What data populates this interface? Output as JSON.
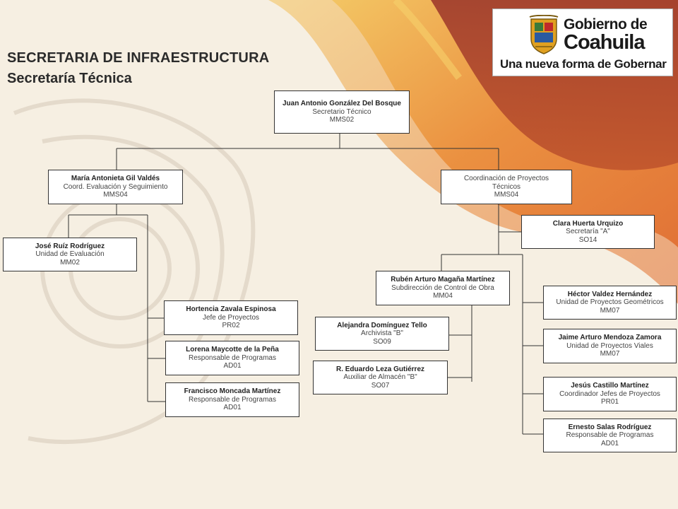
{
  "header": {
    "title": "SECRETARIA DE INFRAESTRUCTURA",
    "subtitle": "Secretaría Técnica"
  },
  "logo": {
    "line1": "Gobierno de",
    "line2": "Coahuila",
    "slogan": "Una nueva forma de Gobernar"
  },
  "colors": {
    "background": "#f6efe2",
    "accent_orange": "#e8762f",
    "accent_red": "#b03a2e",
    "accent_yellow": "#f0b040",
    "box_border": "#333333"
  },
  "org": {
    "n1": {
      "name": "Juan Antonio González Del Bosque",
      "role": "Secretario Técnico",
      "code": "MMS02"
    },
    "n2": {
      "name": "María Antonieta Gil Valdés",
      "role": "Coord. Evaluación y Seguimiento",
      "code": "MMS04"
    },
    "n3": {
      "name": "",
      "role": "Coordinación de Proyectos Técnicos",
      "code": "MMS04"
    },
    "n4": {
      "name": "José Ruíz Rodríguez",
      "role": "Unidad de Evaluación",
      "code": "MM02"
    },
    "n5": {
      "name": "Hortencia Zavala Espinosa",
      "role": "Jefe de Proyectos",
      "code": "PR02"
    },
    "n6": {
      "name": "Lorena Maycotte de la Peña",
      "role": "Responsable de Programas",
      "code": "AD01"
    },
    "n7": {
      "name": "Francisco Moncada Martínez",
      "role": "Responsable de Programas",
      "code": "AD01"
    },
    "n8": {
      "name": "Clara Huerta Urquizo",
      "role": "Secretaría \"A\"",
      "code": "SO14"
    },
    "n9": {
      "name": "Rubén Arturo Magaña Martínez",
      "role": "Subdirección de Control de Obra",
      "code": "MM04"
    },
    "n10": {
      "name": "Alejandra Domínguez Tello",
      "role": "Archivista \"B\"",
      "code": "SO09"
    },
    "n11": {
      "name": "R. Eduardo Leza Gutiérrez",
      "role": "Auxiliar de Almacén \"B\"",
      "code": "SO07"
    },
    "n12": {
      "name": "Héctor Valdez  Hernández",
      "role": "Unidad de Proyectos Geométricos",
      "code": "MM07"
    },
    "n13": {
      "name": "Jaime Arturo Mendoza Zamora",
      "role": "Unidad de Proyectos Viales",
      "code": "MM07"
    },
    "n14": {
      "name": "Jesús Castillo Martínez",
      "role": "Coordinador Jefes de Proyectos",
      "code": "PR01"
    },
    "n15": {
      "name": "Ernesto Salas Rodríguez",
      "role": "Responsable de Programas",
      "code": "AD01"
    }
  }
}
